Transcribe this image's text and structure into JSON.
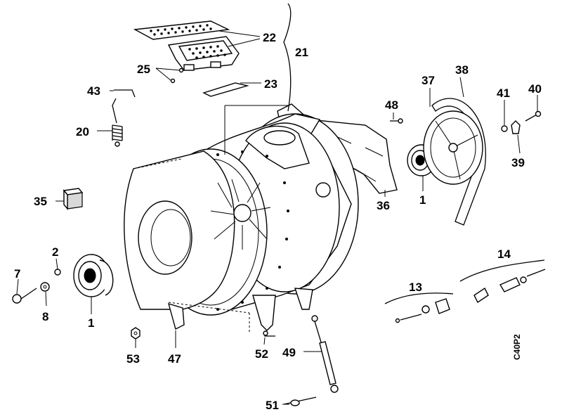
{
  "diagram": {
    "labels": {
      "l22": "22",
      "l21": "21",
      "l25": "25",
      "l23": "23",
      "l43": "43",
      "l20": "20",
      "l48": "48",
      "l37": "37",
      "l38": "38",
      "l41": "41",
      "l40": "40",
      "l39": "39",
      "l35": "35",
      "l36": "36",
      "l1a": "1",
      "l2": "2",
      "l7": "7",
      "l8": "8",
      "l1b": "1",
      "l14": "14",
      "l13": "13",
      "l53": "53",
      "l47": "47",
      "l52": "52",
      "l49": "49",
      "l51": "51"
    },
    "figure_code": "C40P2"
  }
}
